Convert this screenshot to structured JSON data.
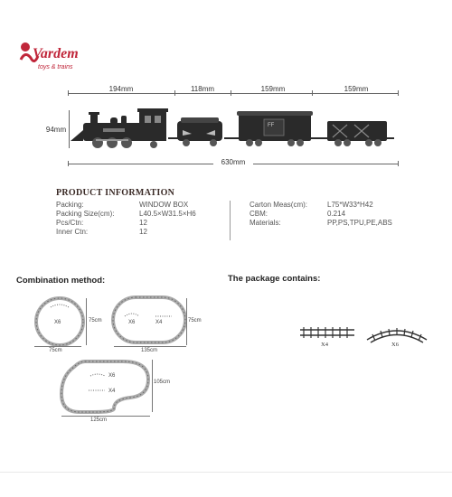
{
  "brand": {
    "logo_text": "Vardem",
    "logo_sub": "toys & trains"
  },
  "dimensions": {
    "d1": "194mm",
    "d2": "118mm",
    "d3": "159mm",
    "d4": "159mm",
    "height": "94mm",
    "total": "630mm"
  },
  "product_info": {
    "title": "PRODUCT INFORMATION",
    "left": [
      {
        "label": "Packing:",
        "value": "WINDOW BOX"
      },
      {
        "label": "Packing Size(cm):",
        "value": "L40.5×W31.5×H6"
      },
      {
        "label": "Pcs/Ctn:",
        "value": "12"
      },
      {
        "label": "Inner Ctn:",
        "value": "12"
      }
    ],
    "right": [
      {
        "label": "Carton Meas(cm):",
        "value": "L75*W33*H42"
      },
      {
        "label": "CBM:",
        "value": "0.214"
      },
      {
        "label": "Materials:",
        "value": "PP,PS,TPU,PE,ABS"
      }
    ]
  },
  "combination": {
    "title": "Combination method:",
    "circle": {
      "inner": "X6",
      "height": "75cm",
      "width": "75cm"
    },
    "oval": {
      "inner_left": "X6",
      "inner_right": "X4",
      "height": "75cm",
      "width": "135cm"
    },
    "large": {
      "inner_top": "X6",
      "inner_bottom": "X4",
      "height": "105cm",
      "width": "125cm"
    }
  },
  "package": {
    "title": "The package contains:",
    "straight": "X4",
    "curved": "X6"
  },
  "colors": {
    "locomotive": "#2a2a2a",
    "track": "#555555",
    "brand_red": "#c0263a"
  }
}
